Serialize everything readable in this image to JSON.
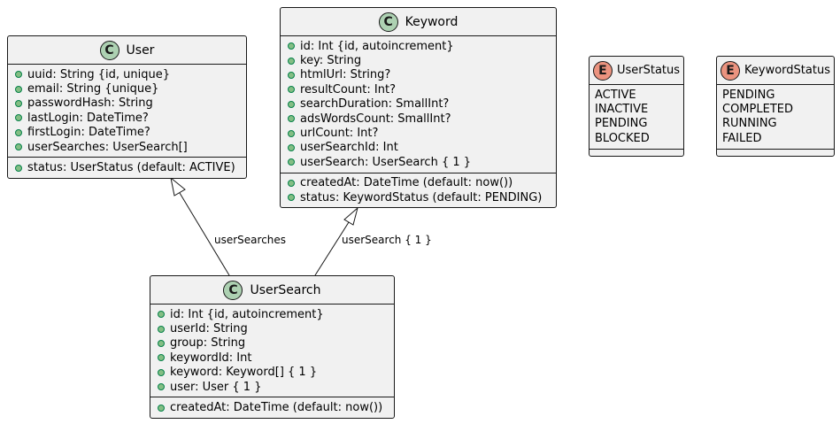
{
  "classes": {
    "user": {
      "name": "User",
      "fields": [
        "uuid: String {id, unique}",
        "email: String {unique}",
        "passwordHash: String",
        "lastLogin: DateTime?",
        "firstLogin: DateTime?",
        "userSearches: UserSearch[]"
      ],
      "methods": [
        "status: UserStatus (default: ACTIVE)"
      ]
    },
    "keyword": {
      "name": "Keyword",
      "fields": [
        "id: Int {id, autoincrement}",
        "key: String",
        "htmlUrl: String?",
        "resultCount: Int?",
        "searchDuration: SmallInt?",
        "adsWordsCount: SmallInt?",
        "urlCount: Int?",
        "userSearchId: Int",
        "userSearch: UserSearch { 1 }"
      ],
      "methods": [
        "createdAt: DateTime (default: now())",
        "status: KeywordStatus (default: PENDING)"
      ]
    },
    "user_search": {
      "name": "UserSearch",
      "fields": [
        "id: Int {id, autoincrement}",
        "userId: String",
        "group: String",
        "keywordId: Int",
        "keyword: Keyword[] { 1 }",
        "user: User { 1 }"
      ],
      "methods": [
        "createdAt: DateTime (default: now())"
      ]
    }
  },
  "enums": {
    "user_status": {
      "name": "UserStatus",
      "values": [
        "ACTIVE",
        "INACTIVE",
        "PENDING",
        "BLOCKED"
      ]
    },
    "keyword_status": {
      "name": "KeywordStatus",
      "values": [
        "PENDING",
        "COMPLETED",
        "RUNNING",
        "FAILED"
      ]
    }
  },
  "stereotypes": {
    "class": "C",
    "enum": "E"
  },
  "relations": [
    {
      "from": "UserSearch",
      "to": "User",
      "type": "inheritance",
      "label": "userSearches"
    },
    {
      "from": "UserSearch",
      "to": "Keyword",
      "type": "inheritance",
      "label": "userSearch { 1 }"
    }
  ],
  "colors": {
    "box_fill": "#f1f1f1",
    "border": "#181818",
    "class_badge": "#add1b2",
    "enum_badge": "#eb937f",
    "visibility_fill": "#84be84",
    "visibility_border": "#038048"
  }
}
